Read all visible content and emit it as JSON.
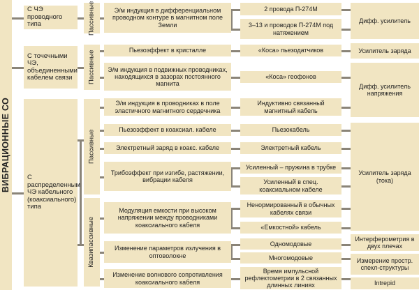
{
  "root": "ВИБРАЦИОННЫЕ СО",
  "groups": [
    "С ЧЭ проводного типа",
    "С точечными ЧЭ, объединенными кабелем связи",
    "С распределенным ЧЭ кабельного (коаксиального) типа"
  ],
  "modes": {
    "passive_1": "Пассивные",
    "passive_2": "Пассивные",
    "passive_3": "Пассивные",
    "quasipassive": "Квазипассивные"
  },
  "effects": [
    "Э/м индукция в дифференциальном проводном контуре в магнитном поле Земли",
    "Пьезоэффект в кристалле",
    "Э/м индукция в подвижных проводниках, находящихся в зазорах постоянного магнита",
    "Э/м индукция в проводниках в поле эластичного магнитного сердечника",
    "Пьезоэффект в коаксиал. кабеле",
    "Электретный заряд в коакс. кабеле",
    "Трибоэффект при изгибе, растяжении, вибрации кабеля",
    "Модуляция емкости при высоком напряжении между проводниками коаксиального кабеля",
    "Изменение параметров излучения в оптоволокне",
    "Изменение волнового сопротивления коаксиального кабеля"
  ],
  "sensors": [
    "2 провода П-274М",
    "3–13 и проводов П-274М под натяжением",
    "«Коса» пьезодатчиков",
    "«Коса» геофонов",
    "Индуктивно связанный магнитный кабель",
    "Пьезокабель",
    "Электретный кабель",
    "Усиленный – пружина в трубке",
    "Усиленный в спец. коаксиальном кабеле",
    "Ненормированный в обычных кабелях связи",
    "«Емкостной» кабель",
    "Одномодовые",
    "Многомодовые",
    "Время импульсной рефлектометрии в 2 связанных длинных линиях"
  ],
  "processing": [
    "Дифф. усилитель",
    "Усилитель заряда",
    "Дифф. усилитель напряжения",
    "Усилитель заряда (тока)",
    "Интерферометрия в двух плечах",
    "Измерение простр. спекл-структуры",
    "Intrepid"
  ],
  "colors": {
    "box": "#f1e5c2",
    "connector": "#8a8478",
    "background": "#ffffff"
  }
}
